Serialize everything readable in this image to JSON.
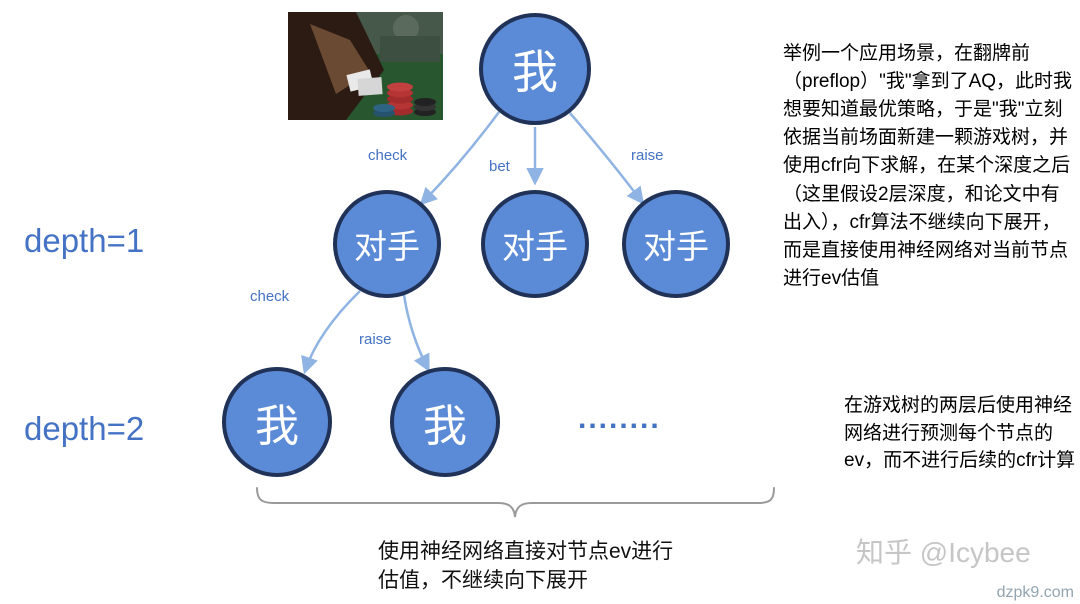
{
  "tree": {
    "root": {
      "label": "我"
    },
    "depth1_nodes": [
      {
        "label": "对手"
      },
      {
        "label": "对手"
      },
      {
        "label": "对手"
      }
    ],
    "depth2_nodes": [
      {
        "label": "我"
      },
      {
        "label": "我"
      }
    ],
    "ellipsis": "........",
    "edge_labels": {
      "root_check": "check",
      "root_bet": "bet",
      "root_raise": "raise",
      "opp_check": "check",
      "opp_raise": "raise"
    }
  },
  "depth_labels": {
    "d1": "depth=1",
    "d2": "depth=2"
  },
  "annotations": {
    "right_top": "举例一个应用场景，在翻牌前（preflop）\"我\"拿到了AQ，此时我想要知道最优策略，于是\"我\"立刻依据当前场面新建一颗游戏树，并使用cfr向下求解，在某个深度之后（这里假设2层深度，和论文中有出入），cfr算法不继续向下展开，而是直接使用神经网络对当前节点进行ev估值",
    "right_bottom": "在游戏树的两层后使用神经网络进行预测每个节点的ev，而不进行后续的cfr计算",
    "brace_caption": "使用神经网络直接对节点ev进行估值，不继续向下展开"
  },
  "watermarks": {
    "author": "知乎 @Icybee",
    "site": "dzpk9.com"
  },
  "colors": {
    "node_fill": "#5b8bd6",
    "node_border": "#203257",
    "arrow": "#8fb4e3",
    "label_blue": "#4472c4",
    "brace": "#9a9a9a",
    "watermark": "#c6c6c6"
  }
}
